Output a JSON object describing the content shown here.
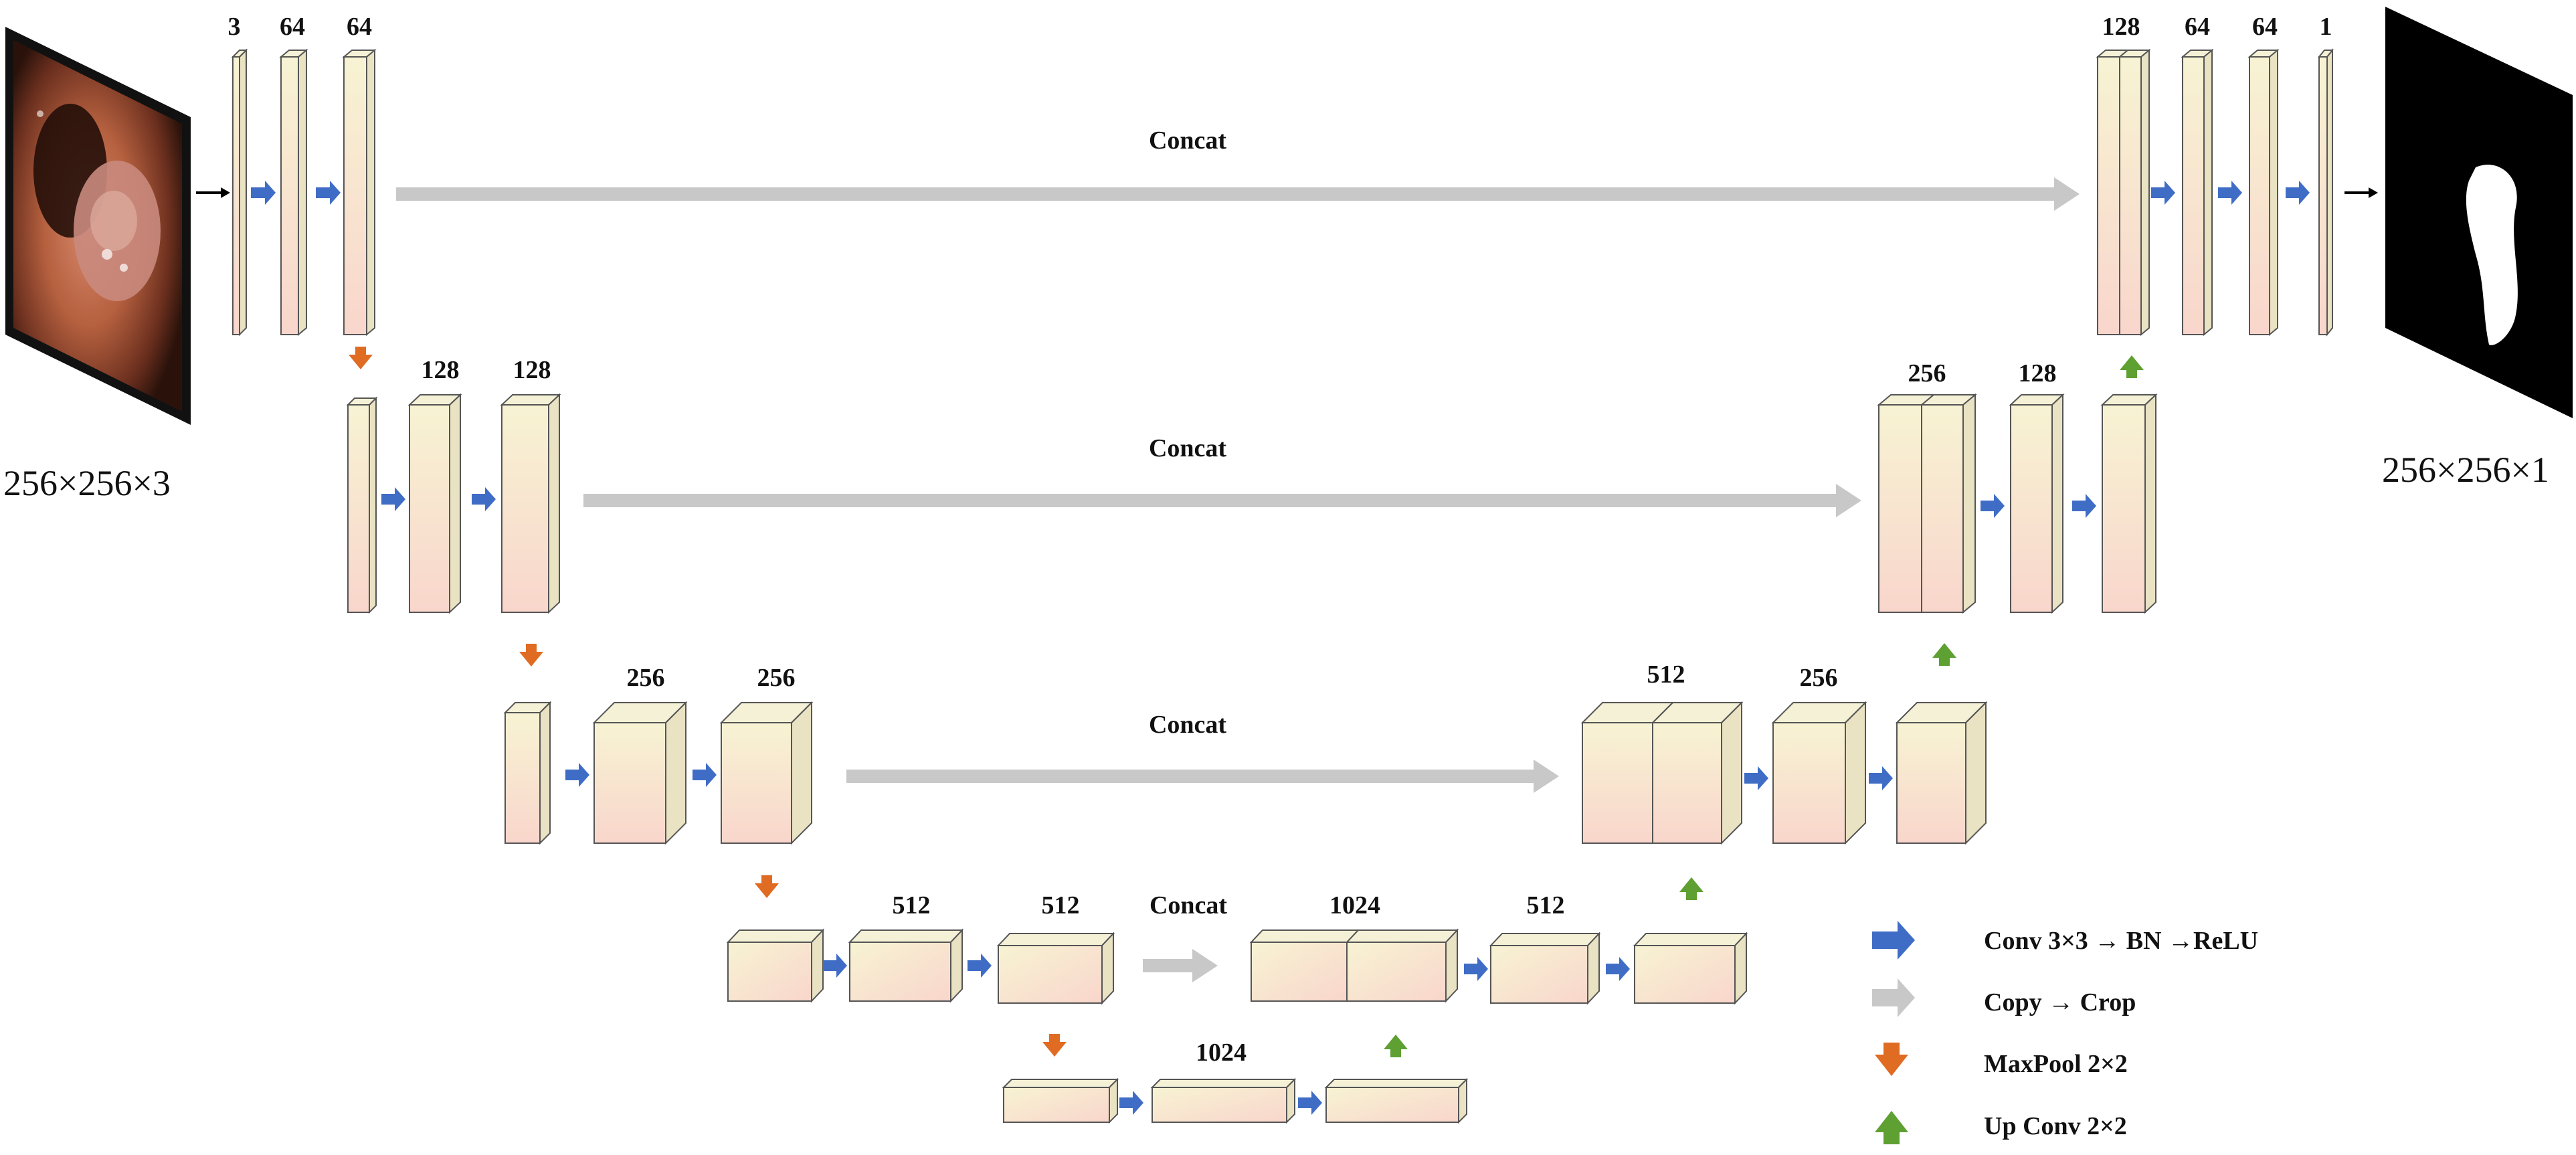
{
  "diagram": {
    "input_dim": "256×256×3",
    "output_dim": "256×256×1",
    "concat_label": "Concat",
    "encoder": {
      "level1": [
        "3",
        "64",
        "64"
      ],
      "level2": [
        "128",
        "128"
      ],
      "level3": [
        "256",
        "256"
      ],
      "level4": [
        "512",
        "512"
      ]
    },
    "bottleneck": "1024",
    "decoder": {
      "level4": [
        "1024",
        "512"
      ],
      "level3": [
        "512",
        "256"
      ],
      "level2": [
        "256",
        "128"
      ],
      "level1": [
        "128",
        "64",
        "64",
        "1"
      ]
    }
  },
  "legend": {
    "conv": "Conv 3×3 → BN →ReLU",
    "copy": "Copy → Crop",
    "maxpool": "MaxPool 2×2",
    "upconv": "Up Conv 2×2"
  },
  "colors": {
    "block_top": "#f7f3d3",
    "block_bottom": "#f9d9d0",
    "block_edge": "#555555",
    "conv_arrow": "#3f6dc6",
    "copy_arrow": "#c8c8c8",
    "maxpool_arrow": "#e06b22",
    "upconv_arrow": "#5ea032"
  }
}
